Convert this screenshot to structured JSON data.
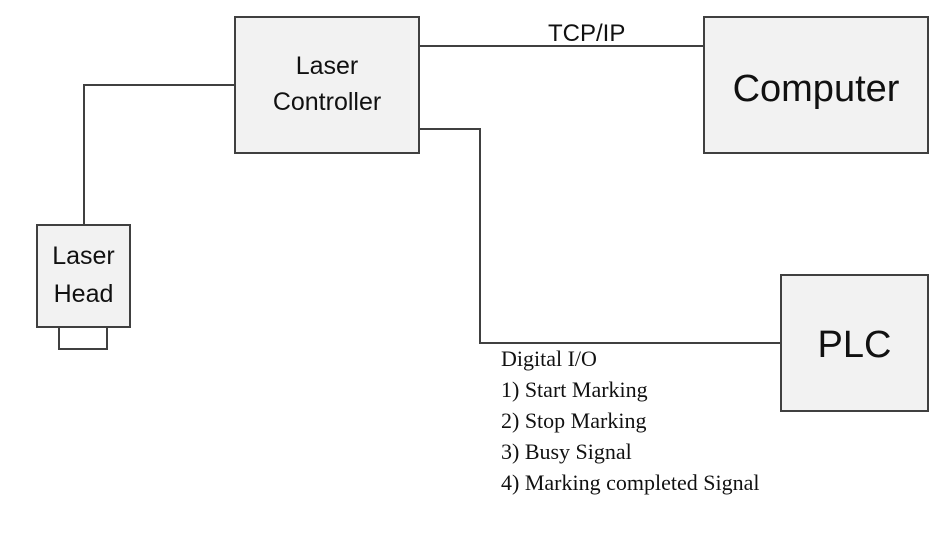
{
  "nodes": {
    "laser_controller": {
      "label_line1": "Laser",
      "label_line2": "Controller"
    },
    "computer": {
      "label": "Computer"
    },
    "laser_head": {
      "label_line1": "Laser",
      "label_line2": "Head"
    },
    "plc": {
      "label": "PLC"
    }
  },
  "connections": {
    "tcp_ip_label": "TCP/IP",
    "digital_io": {
      "title": "Digital I/O",
      "items": [
        "1) Start Marking",
        "2) Stop Marking",
        "3) Busy Signal",
        "4) Marking completed Signal"
      ]
    }
  },
  "colors": {
    "box_fill": "#f2f2f2",
    "stroke": "#404040",
    "text": "#111111",
    "background": "#ffffff"
  }
}
